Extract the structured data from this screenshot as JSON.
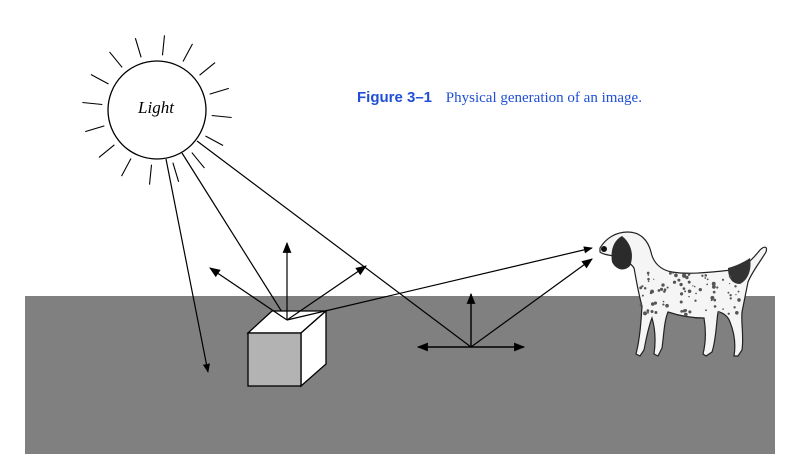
{
  "figure": {
    "caption_label": "Figure 3–1",
    "caption_text": "Physical generation of an image.",
    "light_label": "Light"
  },
  "colors": {
    "caption": "#1f4fd6",
    "ground": "#808080",
    "cube_front": "#b3b3b3",
    "cube_side": "#ffffff",
    "stroke": "#000000"
  },
  "elements": {
    "sun": "light-source-icon",
    "cube": "cube-object-icon",
    "dog": "dog-observer-icon"
  }
}
